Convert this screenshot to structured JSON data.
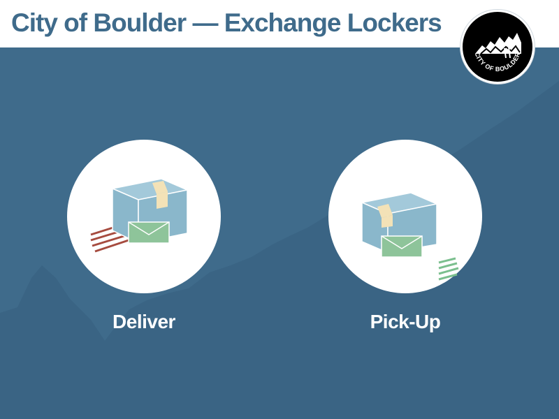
{
  "header": {
    "title": "City of Boulder — Exchange Lockers"
  },
  "logo": {
    "ring_text": "CITY OF BOULDER"
  },
  "actions": [
    {
      "id": "deliver",
      "label": "Deliver",
      "icon": "package-envelope-icon"
    },
    {
      "id": "pickup",
      "label": "Pick-Up",
      "icon": "package-envelope-icon"
    }
  ],
  "colors": {
    "background": "#3f6b8b",
    "mountain": "#3a6484",
    "header_text": "#3f6b8b",
    "box": "#8ab7cb",
    "box_top": "#a3c9da",
    "tape": "#f3e2b7",
    "envelope": "#8ec49a",
    "deliver_stripes": "#a64b3f",
    "pickup_stripes": "#7bbf8e"
  }
}
